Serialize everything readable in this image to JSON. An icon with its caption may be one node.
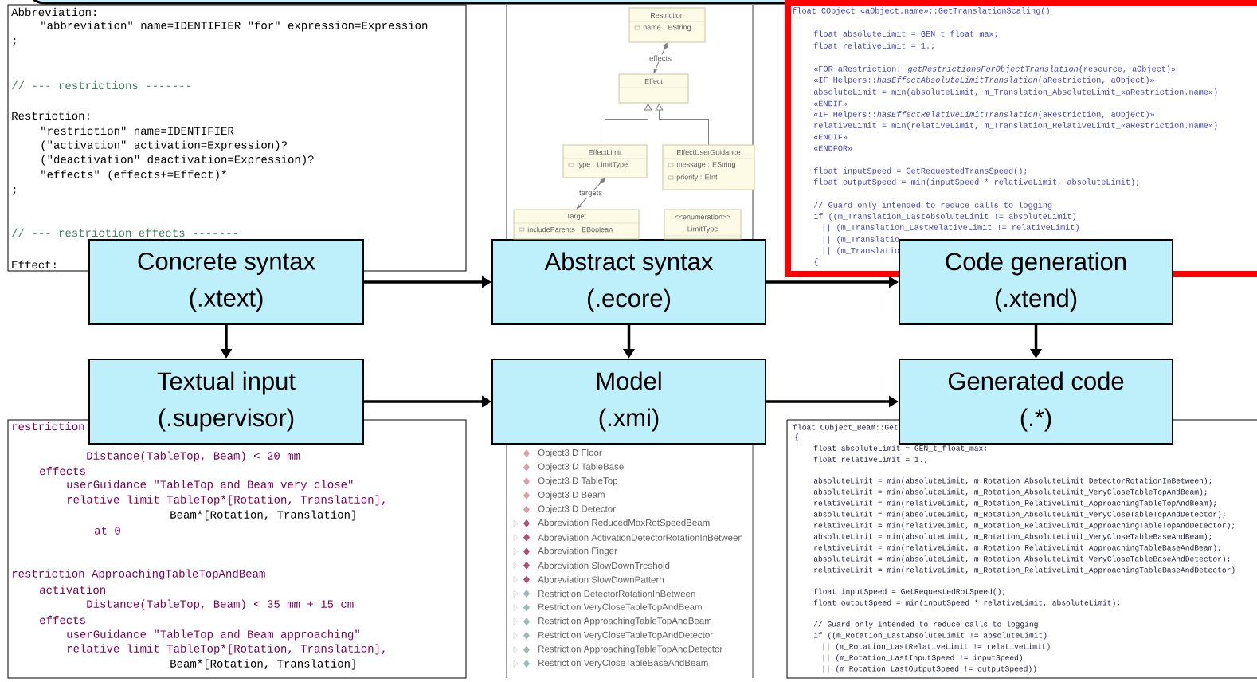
{
  "diagram": {
    "nodes": [
      {
        "text": [
          "Concrete syntax",
          "(.xtext)"
        ]
      },
      {
        "text": [
          "Abstract syntax",
          "(.ecore)"
        ]
      },
      {
        "text": [
          "Code generation",
          "(.xtend)"
        ]
      },
      {
        "text": [
          "Textual input",
          "(.supervisor)"
        ]
      },
      {
        "text": [
          "Model",
          "(.xmi)"
        ]
      },
      {
        "text": [
          "Generated code",
          "(.*)"
        ]
      },
      {
        "text": [
          "Restriction",
          "name : EString"
        ]
      },
      {
        "text": [
          "Effect"
        ]
      },
      {
        "text": [
          "EffectLimit",
          "type : LimitType"
        ]
      },
      {
        "text": [
          "EffectUserGuidance",
          "message : EString",
          "priority : EInt"
        ]
      },
      {
        "text": [
          "Target",
          "includeParents : EBoolean"
        ]
      },
      {
        "text": [
          "<<enumeration>>",
          "LimitType"
        ]
      }
    ],
    "edges": [
      {
        "from": 0,
        "to": 1,
        "arrow": "to"
      },
      {
        "from": 1,
        "to": 2,
        "arrow": "to"
      },
      {
        "from": 0,
        "to": 3,
        "arrow": "to"
      },
      {
        "from": 1,
        "to": 4,
        "arrow": "to"
      },
      {
        "from": 2,
        "to": 5,
        "arrow": "to"
      },
      {
        "from": 3,
        "to": 4,
        "arrow": "to"
      },
      {
        "from": 4,
        "to": 5,
        "arrow": "to"
      },
      {
        "from": 6,
        "to": 7,
        "arrow": "to",
        "label": "effects",
        "color": "#808080"
      },
      {
        "from": 8,
        "to": 7,
        "arrow": "to",
        "color": "#808080"
      },
      {
        "from": 9,
        "to": 7,
        "arrow": "to",
        "color": "#808080"
      },
      {
        "from": 8,
        "to": 10,
        "arrow": "to",
        "label": "targets",
        "color": "#808080"
      }
    ],
    "labels": [
      "Abbreviation:",
      "\"abbreviation\" name=IDENTIFIER \"for\" expression=Expression",
      ";",
      "// --- restrictions -------",
      "Restriction:",
      "\"restriction\" name=IDENTIFIER",
      "(\"activation\" activation=Expression)?",
      "(\"deactivation\" deactivation=Expression)?",
      "\"effects\" (effects+=Effect)*",
      ";",
      "// --- restriction effects -------",
      "Effect:",
      "float CObject_«aObject.name»::GetTranslationScaling()",
      "float absoluteLimit = GEN_t_float_max;",
      "float relativeLimit = 1.;",
      "«FOR aRestriction: *getRestrictionsForObjectTranslation*(resource, aObject)»",
      "«IF Helpers::*hasEffectAbsoluteLimitTranslation*(aRestriction, aObject)»",
      "absoluteLimit = min(absoluteLimit, m_Translation_AbsoluteLimit_«aRestriction.name»)",
      "«ENDIF»",
      "«IF Helpers::*hasEffectRelativeLimitTranslation*(aRestriction, aObject)»",
      "relativeLimit = min(relativeLimit, m_Translation_RelativeLimit_«aRestriction.name»)",
      "«ENDIF»",
      "«ENDFOR»",
      "float inputSpeed = GetRequestedTransSpeed();",
      "float outputSpeed = min(inputSpeed * relativeLimit, absoluteLimit);",
      "// Guard only intended to reduce calls to logging",
      "if ((m_Translation_LastAbsoluteLimit != absoluteLimit)",
      "|| (m_Translation_LastRelativeLimit != relativeLimit)",
      "|| (m_Translatio",
      "|| (m_Translatio",
      "{",
      "restriction",
      "Distance(TableTop, Beam) < 20 mm",
      "effects",
      "userGuidance \"TableTop and Beam very close\"",
      "relative limit TableTop*[Rotation, Translation],",
      "Beam*[Rotation, Translation]",
      "at 0",
      "restriction ApproachingTableTopAndBeam",
      "activation",
      "Distance(TableTop, Beam) < 35 mm + 15 cm",
      "effects",
      "userGuidance \"TableTop and Beam approaching\"",
      "relative limit TableTop*[Rotation, Translation],",
      "Beam*[Rotation, Translation]",
      "Object3 D Floor",
      "Object3 D TableBase",
      "Object3 D TableTop",
      "Object3 D Beam",
      "Object3 D Detector",
      "Abbreviation ReducedMaxRotSpeedBeam",
      "Abbreviation ActivationDetectorRotationInBetween",
      "Abbreviation Finger",
      "Abbreviation SlowDownTreshold",
      "Abbreviation SlowDownPattern",
      "Restriction DetectorRotationInBetween",
      "Restriction VeryCloseTableTopAndBeam",
      "Restriction ApproachingTableTopAndBeam",
      "Restriction VeryCloseTableTopAndDetector",
      "Restriction ApproachingTableTopAndDetector",
      "Restriction VeryCloseTableBaseAndBeam",
      "float CObject_Beam::Get",
      "{",
      "float absoluteLimit = GEN_t_float_max;",
      "float relativeLimit = 1.;",
      "absoluteLimit = min(absoluteLimit, m_Rotation_AbsoluteLimit_DetectorRotationInBetween);",
      "absoluteLimit = min(absoluteLimit, m_Rotation_AbsoluteLimit_VeryCloseTableTopAndBeam);",
      "relativeLimit = min(relativeLimit, m_Rotation_RelativeLimit_ApproachingTableTopAndBeam);",
      "absoluteLimit = min(absoluteLimit, m_Rotation_AbsoluteLimit_VeryCloseTableTopAndDetector);",
      "relativeLimit = min(relativeLimit, m_Rotation_RelativeLimit_ApproachingTableTopAndDetector);",
      "absoluteLimit = min(absoluteLimit, m_Rotation_AbsoluteLimit_VeryCloseTableBaseAndBeam);",
      "relativeLimit = min(relativeLimit, m_Rotation_RelativeLimit_ApproachingTableBaseAndBeam);",
      "absoluteLimit = min(absoluteLimit, m_Rotation_AbsoluteLimit_VeryCloseTableBaseAndDetector);",
      "relativeLimit = min(relativeLimit, m_Rotation_RelativeLimit_ApproachingTableBaseAndDetector)",
      "float inputSpeed = GetRequestedRotSpeed();",
      "float outputSpeed = min(inputSpeed * relativeLimit, absoluteLimit);",
      "// Guard only intended to reduce calls to logging",
      "if ((m_Rotation_LastAbsoluteLimit != absoluteLimit)",
      "|| (m_Rotation_LastRelativeLimit != relativeLimit)",
      "|| (m_Rotation_LastInputSpeed != inputSpeed)",
      "|| (m_Rotation_LastOutputSpeed != outputSpeed))"
    ]
  }
}
